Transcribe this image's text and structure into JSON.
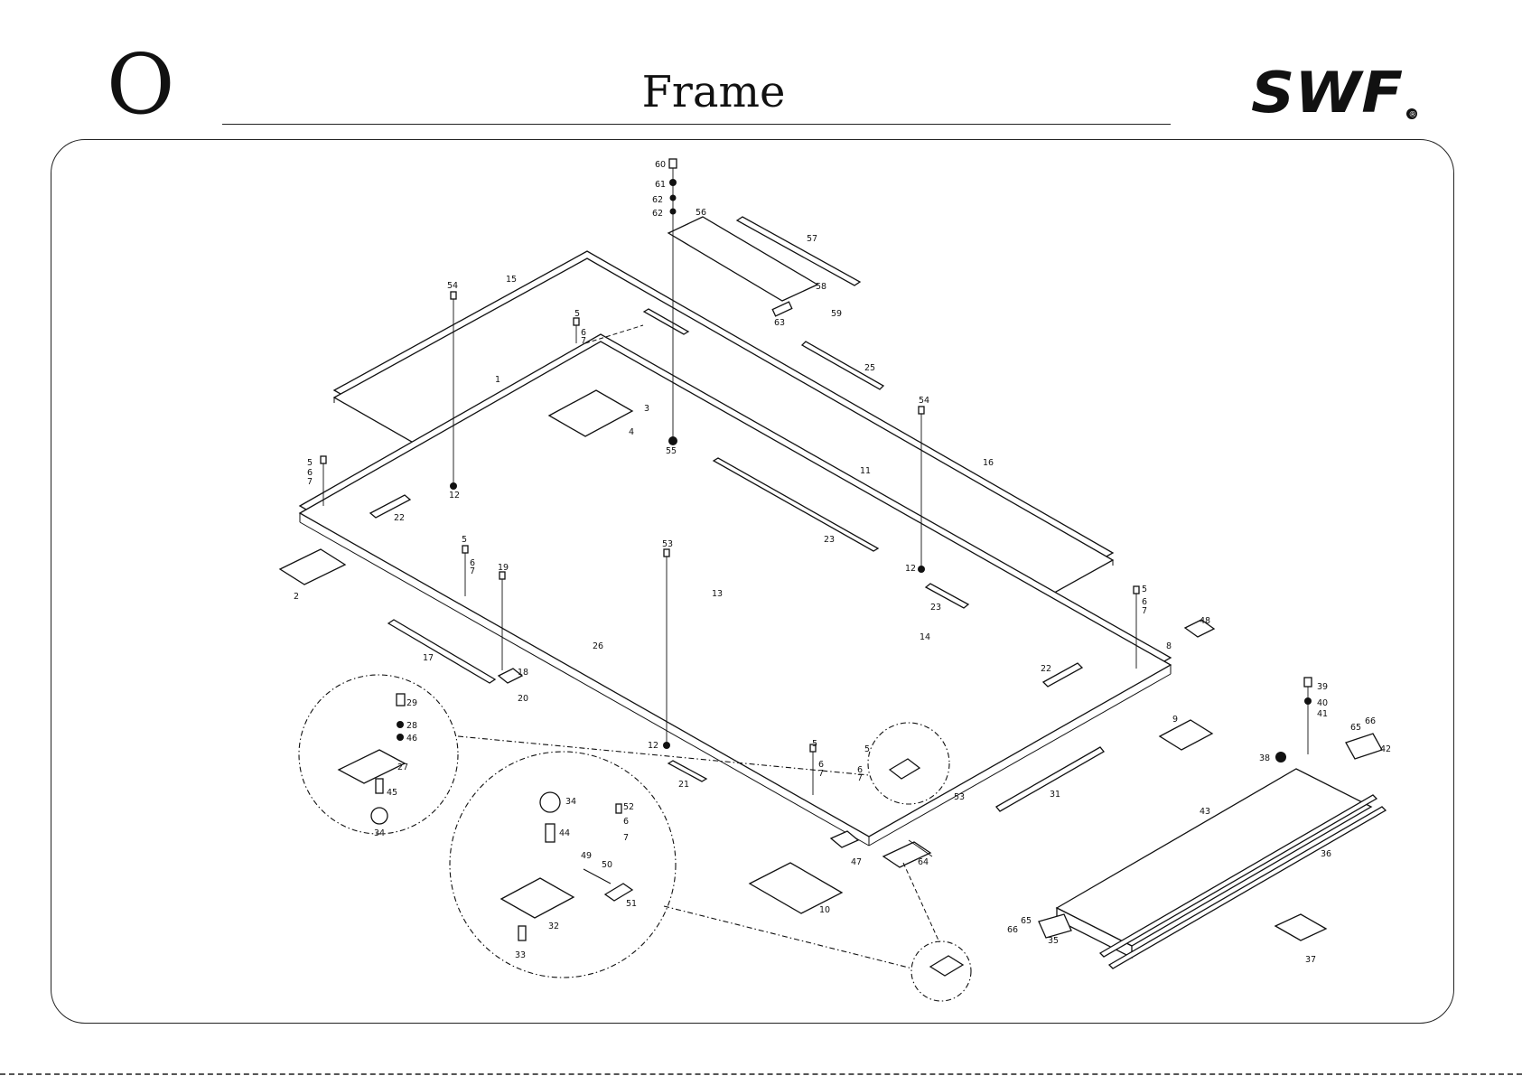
{
  "header": {
    "section_letter": "O",
    "title": "Frame",
    "logo_text": "SWF",
    "logo_mark": "®"
  },
  "parts": {
    "p60": "60",
    "p61": "61",
    "p62a": "62",
    "p62b": "62",
    "p56": "56",
    "p57": "57",
    "p58": "58",
    "p59": "59",
    "p63": "63",
    "p15": "15",
    "p54a": "54",
    "p5a": "5",
    "p6a": "6",
    "p7a": "7",
    "p1": "1",
    "p3": "3",
    "p4": "4",
    "p55": "55",
    "p25": "25",
    "p54b": "54",
    "p16": "16",
    "p11": "11",
    "p5b": "5",
    "p6b": "6",
    "p7b": "7",
    "p12a": "12",
    "p22a": "22",
    "p23a": "23",
    "p2": "2",
    "p5c": "5",
    "p6c": "6",
    "p7c": "7",
    "p19": "19",
    "p53a": "53",
    "p13": "13",
    "p12b": "12",
    "p23b": "23",
    "p5d": "5",
    "p6d": "6",
    "p7d": "7",
    "p48": "48",
    "p8": "8",
    "p14": "14",
    "p26": "26",
    "p17": "17",
    "p18": "18",
    "p20": "20",
    "p22b": "22",
    "p9": "9",
    "p39": "39",
    "p40": "40",
    "p41": "41",
    "p29": "29",
    "p28": "28",
    "p46": "46",
    "p27": "27",
    "p45": "45",
    "p34a": "34",
    "p12c": "12",
    "p21": "21",
    "p5e": "5",
    "p6e": "6",
    "p7e": "7",
    "p5f": "5",
    "p6f": "6",
    "p7f": "7",
    "p53b": "53",
    "p31": "31",
    "p65a": "65",
    "p66a": "66",
    "p42": "42",
    "p38": "38",
    "p43": "43",
    "p34b": "34",
    "p52": "52",
    "p6g": "6",
    "p7g": "7",
    "p44": "44",
    "p49": "49",
    "p50": "50",
    "p51": "51",
    "p32": "32",
    "p33": "33",
    "p47": "47",
    "p64": "64",
    "p10": "10",
    "p36": "36",
    "p65b": "65",
    "p66b": "66",
    "p35": "35",
    "p37": "37"
  },
  "colors": {
    "ink": "#111111",
    "background": "#ffffff"
  }
}
